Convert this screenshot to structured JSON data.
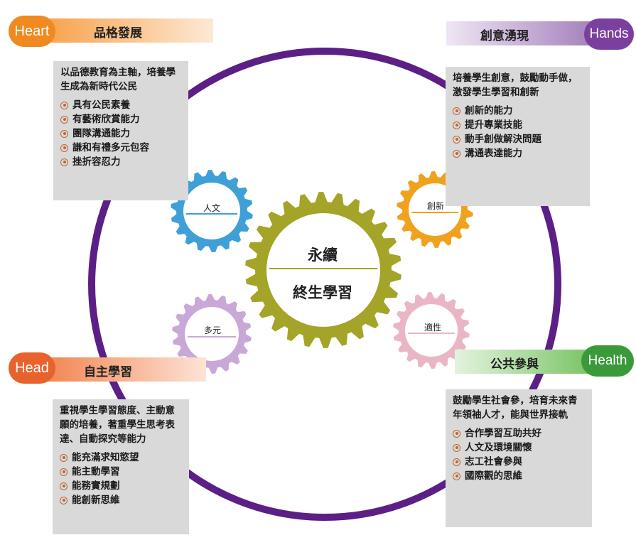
{
  "center": {
    "top": "永續",
    "bottom": "終生學習"
  },
  "gears": {
    "culture": "人文",
    "innovation": "創新",
    "diversity": "多元",
    "aptitude": "適性"
  },
  "quadrants": {
    "heart": {
      "tag": "Heart",
      "title": "品格發展",
      "color": "#f0891f",
      "intro": "以品德教育為主軸，培養學生成為新時代公民",
      "items": [
        "具有公民素養",
        "有藝術欣賞能力",
        "團隊溝通能力",
        "謙和有禮多元包容",
        "挫折容忍力"
      ]
    },
    "hands": {
      "tag": "Hands",
      "title": "創意湧現",
      "color": "#7b3f9e",
      "intro": "培養學生創意，鼓勵動手做，激發學生學習和創新",
      "items": [
        "創新的能力",
        "提升專業技能",
        "動手創做解決問題",
        "溝通表達能力"
      ]
    },
    "head": {
      "tag": "Head",
      "title": "自主學習",
      "color": "#e8622e",
      "intro": "重視學生學習態度、主動意願的培養，著重學生思考表達、自動探究等能力",
      "items": [
        "能充滿求知慾望",
        "能主動學習",
        "能務實規劃",
        "能創新思維"
      ]
    },
    "health": {
      "tag": "Health",
      "title": "公共參與",
      "color": "#3a9a3a",
      "intro": "鼓勵學生社會參，培育未來青年領袖人才，能與世界接軌",
      "items": [
        "合作學習互助共好",
        "人文及環境關懷",
        "志工社會參與",
        "國際觀的思維"
      ]
    }
  }
}
